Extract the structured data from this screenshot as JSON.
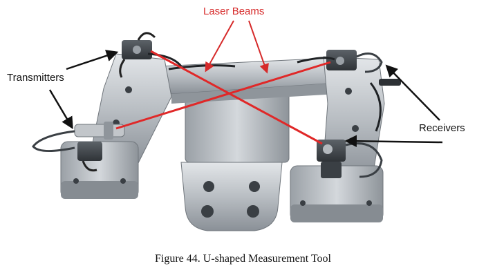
{
  "labels": {
    "laser_beams": "Laser Beams",
    "transmitters": "Transmitters",
    "receivers": "Receivers"
  },
  "caption": "Figure 44. U-shaped Measurement Tool",
  "colors": {
    "laser": "#e02828",
    "arrow": "#111111",
    "metal_light": "#c9cdd1",
    "metal_dark": "#7e858c"
  }
}
